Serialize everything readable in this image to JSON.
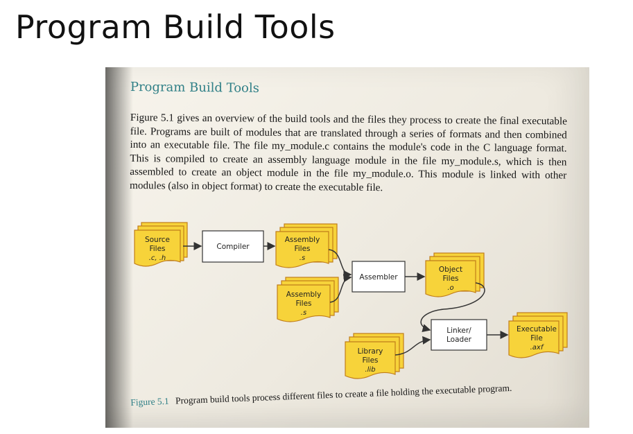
{
  "slide": {
    "title": "Program Build Tools"
  },
  "book": {
    "heading": "Program Build Tools",
    "paragraph": "Figure 5.1 gives an overview of the build tools and the files they process to create the final executable file. Programs are built of modules that are translated through a series of formats and then combined into an executable file. The file my_module.c contains the module's code in the C language format. This is compiled to create an assembly language module in the file my_module.s, which is then assembled to create an object module in the file my_module.o. This module is linked with other modules (also in object format) to create the executable file."
  },
  "diagram": {
    "source_files": [
      "Source",
      "Files",
      ".c, .h"
    ],
    "compiler": "Compiler",
    "assembly_files_1": [
      "Assembly",
      "Files",
      ".s"
    ],
    "assembly_files_2": [
      "Assembly",
      "Files",
      ".s"
    ],
    "assembler": "Assembler",
    "object_files": [
      "Object",
      "Files",
      ".o"
    ],
    "linker": [
      "Linker/",
      "Loader"
    ],
    "library_files": [
      "Library",
      "Files",
      ".lib"
    ],
    "executable_file": [
      "Executable",
      "File",
      ".axf"
    ]
  },
  "caption": {
    "figure_number": "Figure 5.1",
    "text": "Program build tools process different files to create a file holding the executable program."
  },
  "colors": {
    "file_fill": "#f7d33a",
    "file_stroke": "#c07d1a",
    "heading_teal": "#2f7f86"
  }
}
